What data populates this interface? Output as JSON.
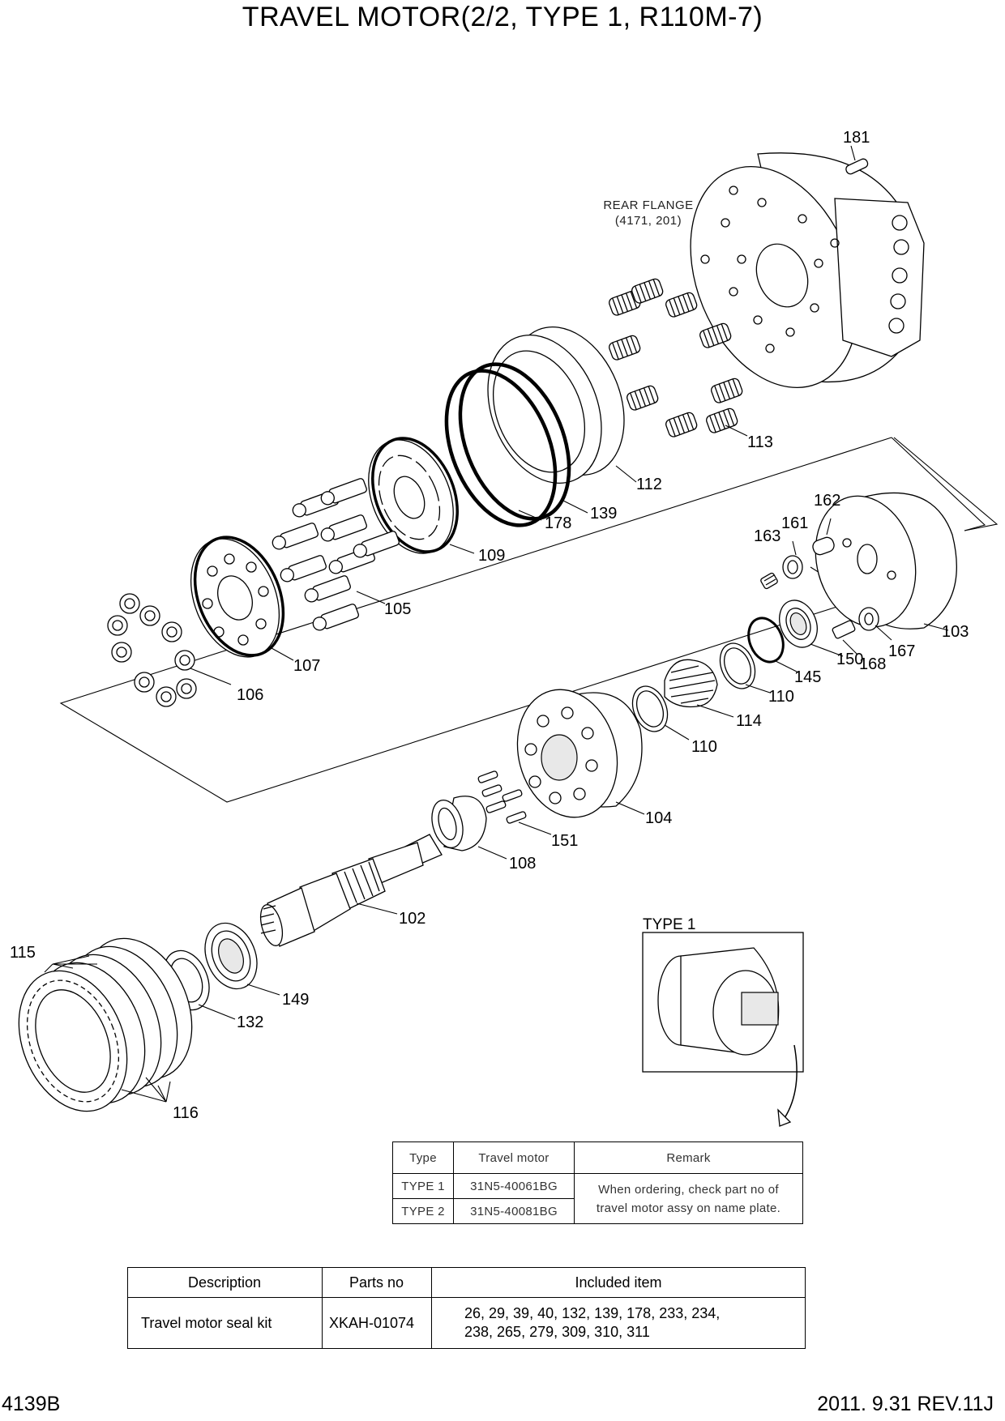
{
  "title": "TRAVEL MOTOR(2/2, TYPE 1, R110M-7)",
  "rear_flange": {
    "line1": "REAR FLANGE",
    "line2": "(4171, 201)"
  },
  "part_labels": {
    "p181": "181",
    "p113": "113",
    "p112": "112",
    "p139": "139",
    "p178": "178",
    "p109": "109",
    "p105": "105",
    "p107": "107",
    "p106": "106",
    "p162": "162",
    "p161": "161",
    "p163": "163",
    "p103": "103",
    "p167": "167",
    "p168": "168",
    "p150": "150",
    "p145": "145",
    "p110a": "110",
    "p114": "114",
    "p110b": "110",
    "p104": "104",
    "p151": "151",
    "p108": "108",
    "p102": "102",
    "p115": "115",
    "p149": "149",
    "p132": "132",
    "p116": "116"
  },
  "type1_label": "TYPE 1",
  "type_table": {
    "headers": [
      "Type",
      "Travel motor",
      "Remark"
    ],
    "rows": [
      {
        "type": "TYPE 1",
        "motor": "31N5-40061BG"
      },
      {
        "type": "TYPE 2",
        "motor": "31N5-40081BG"
      }
    ],
    "remark_line1": "When ordering, check part no of",
    "remark_line2": "travel motor assy on name plate."
  },
  "kit_table": {
    "headers": [
      "Description",
      "Parts no",
      "Included item"
    ],
    "row": {
      "description": "Travel motor seal kit",
      "parts_no": "XKAH-01074",
      "items_line1": "26, 29, 39, 40, 132, 139, 178, 233, 234,",
      "items_line2": "238, 265, 279, 309, 310, 311"
    }
  },
  "footer": {
    "left": "4139B",
    "right": "2011. 9.31  REV.11J"
  }
}
